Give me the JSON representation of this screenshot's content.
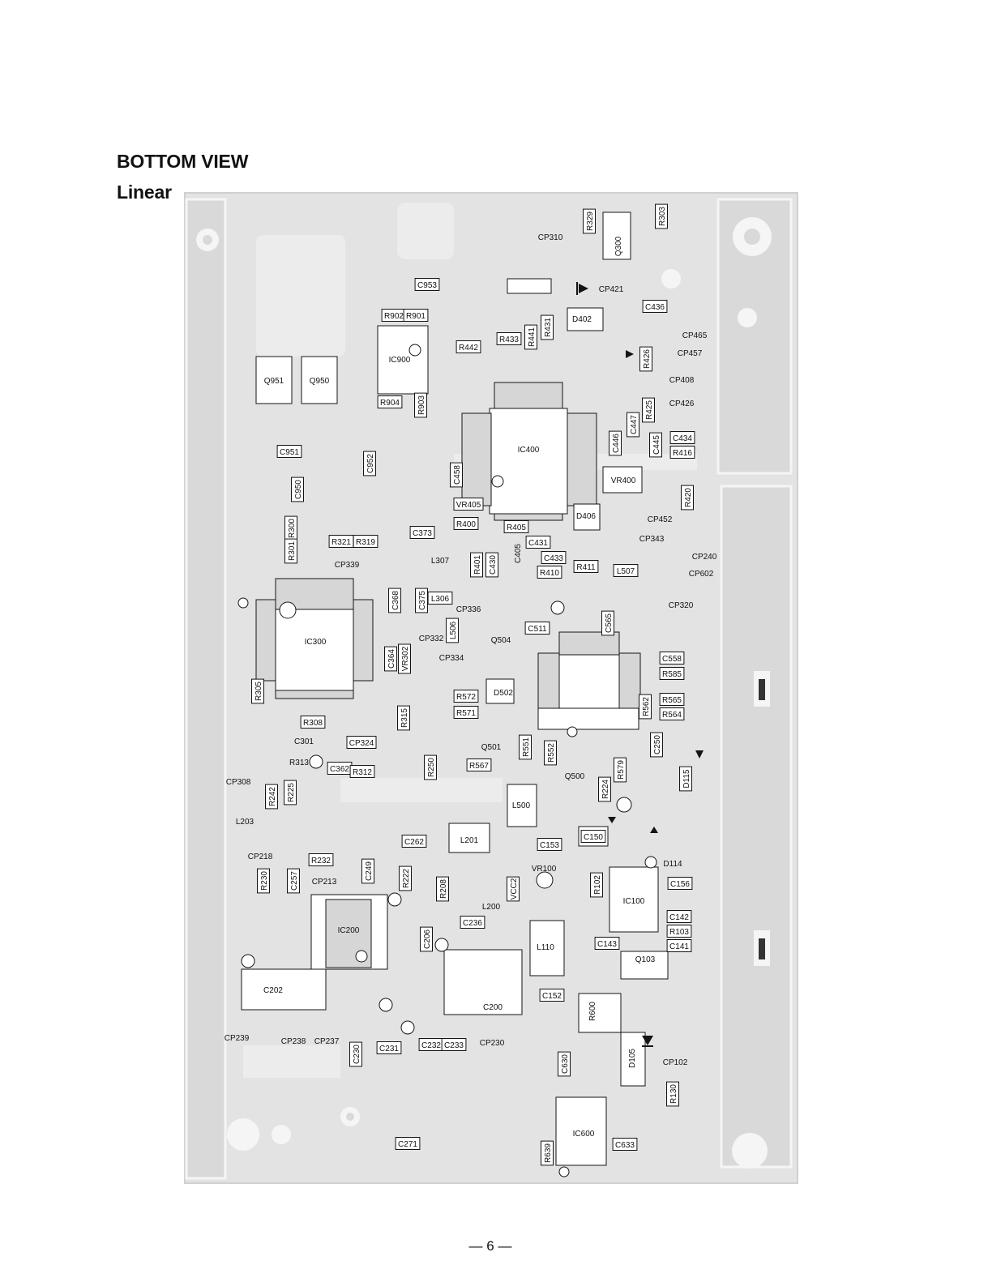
{
  "header": {
    "title": "BOTTOM VIEW",
    "subtitle": "Linear"
  },
  "footer": {
    "page_number": "— 6 —"
  },
  "colors": {
    "board": "#e2e2e2",
    "copper": "#ffffff",
    "outline": "#141414",
    "label_box": "#ffffff"
  },
  "components": {
    "C953": "C953",
    "CP310": "CP310",
    "R329": "R329",
    "R303": "R303",
    "Q300": "Q300",
    "CP421": "CP421",
    "C436": "C436",
    "R902": "R902",
    "R901": "R901",
    "D402": "D402",
    "CP465": "CP465",
    "R442": "R442",
    "R433": "R433",
    "R441": "R441",
    "R431": "R431",
    "CP457": "CP457",
    "R426": "R426",
    "IC900": "IC900",
    "CP408": "CP408",
    "Q951": "Q951",
    "Q950": "Q950",
    "R904": "R904",
    "R903": "R903",
    "CP426": "CP426",
    "R425": "R425",
    "C447": "C447",
    "C434": "C434",
    "C446": "C446",
    "C445": "C445",
    "R416": "R416",
    "IC400": "IC400",
    "C951": "C951",
    "C952": "C952",
    "C458": "C458",
    "VR400": "VR400",
    "C950": "C950",
    "R420": "R420",
    "VR405": "VR405",
    "D406": "D406",
    "CP452": "CP452",
    "R400": "R400",
    "R405": "R405",
    "R300": "R300",
    "R321": "R321",
    "R319": "R319",
    "C373": "C373",
    "CP343": "CP343",
    "C431": "C431",
    "R301": "R301",
    "L307": "L307",
    "CP339": "CP339",
    "R401": "R401",
    "C430": "C430",
    "C405": "C405",
    "C433": "C433",
    "CP240": "CP240",
    "R411": "R411",
    "R410": "R410",
    "L507": "L507",
    "CP602": "CP602",
    "C368": "C368",
    "C375": "C375",
    "L306": "L306",
    "CP320": "CP320",
    "CP336": "CP336",
    "C565": "C565",
    "L506": "L506",
    "C511": "C511",
    "CP332": "CP332",
    "Q504": "Q504",
    "IC300": "IC300",
    "C364": "C364",
    "VR302": "VR302",
    "CP334": "CP334",
    "C558": "C558",
    "R585": "R585",
    "R305": "R305",
    "D502": "D502",
    "R572": "R572",
    "R565": "R565",
    "R562": "R562",
    "R571": "R571",
    "R564": "R564",
    "R315": "R315",
    "R308": "R308",
    "C301": "C301",
    "CP324": "CP324",
    "Q501": "Q501",
    "R551": "R551",
    "R552": "R552",
    "C250": "C250",
    "R313": "R313",
    "C362": "C362",
    "R312": "R312",
    "R250": "R250",
    "R567": "R567",
    "R579": "R579",
    "Q500": "Q500",
    "D115": "D115",
    "CP308": "CP308",
    "R224": "R224",
    "R242": "R242",
    "R225": "R225",
    "L500": "L500",
    "L203": "L203",
    "C150": "C150",
    "L201": "L201",
    "C262": "C262",
    "C153": "C153",
    "CP218": "CP218",
    "R232": "R232",
    "D114": "D114",
    "VR100": "VR100",
    "R230": "R230",
    "C257": "C257",
    "CP213": "CP213",
    "C249": "C249",
    "R222": "R222",
    "R208": "R208",
    "VCC2": "VCC2",
    "R102": "R102",
    "C156": "C156",
    "IC100": "IC100",
    "L200": "L200",
    "C142": "C142",
    "C236": "C236",
    "IC200": "IC200",
    "C206": "C206",
    "R103": "R103",
    "C143": "C143",
    "C141": "C141",
    "L110": "L110",
    "Q103": "Q103",
    "C202": "C202",
    "C152": "C152",
    "C200": "C200",
    "R600": "R600",
    "CP239": "CP239",
    "CP238": "CP238",
    "CP237": "CP237",
    "C231": "C231",
    "C232": "C232",
    "C233": "C233",
    "CP230": "CP230",
    "C230": "C230",
    "D105": "D105",
    "CP102": "CP102",
    "C630": "C630",
    "R130": "R130",
    "IC600": "IC600",
    "C271": "C271",
    "C633": "C633",
    "R639": "R639"
  }
}
